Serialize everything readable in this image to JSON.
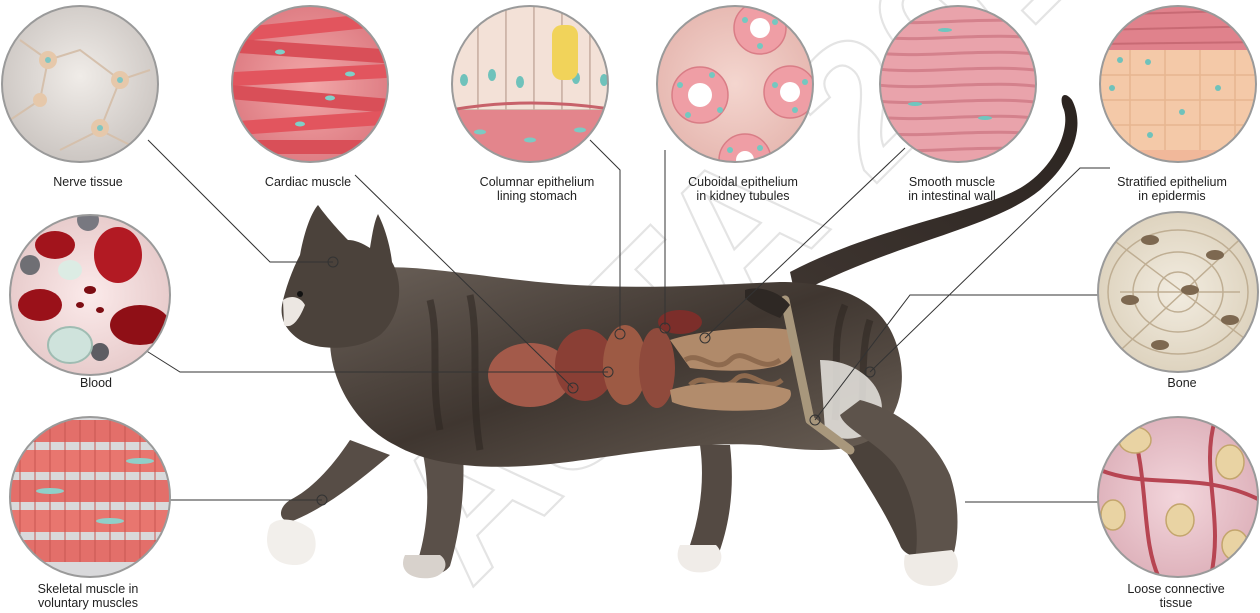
{
  "labels": {
    "nerve": "Nerve tissue",
    "cardiac": "Cardiac muscle",
    "columnar_1": "Columnar epithelium",
    "columnar_2": "lining stomach",
    "cuboidal_1": "Cuboidal epithelium",
    "cuboidal_2": "in kidney tubules",
    "smooth_1": "Smooth muscle",
    "smooth_2": "in intestinal wall",
    "stratified_1": "Stratified epithelium",
    "stratified_2": "in epidermis",
    "blood": "Blood",
    "bone": "Bone",
    "skeletal_1": "Skeletal muscle in",
    "skeletal_2": "voluntary muscles",
    "loose_1": "Loose connective",
    "loose_2": "tissue"
  },
  "watermark": "ASTA 2018",
  "colors": {
    "leader_line": "#333333",
    "circle_rim": "#9a9a9a",
    "cat_fur": "#5b5048",
    "organ": "#8f4a3c"
  }
}
